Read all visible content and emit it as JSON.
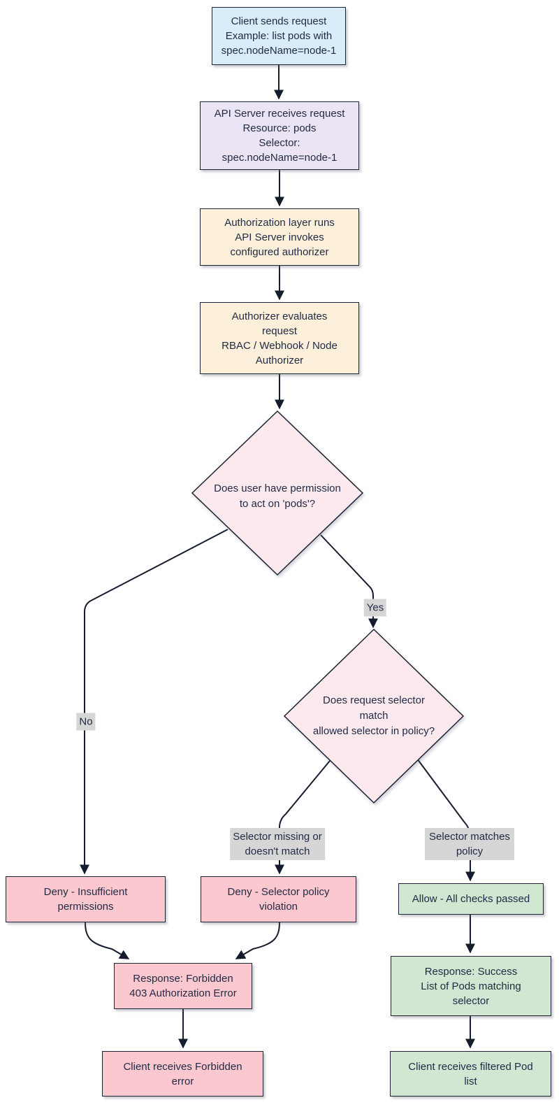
{
  "diagram": {
    "type": "flowchart",
    "direction": "top-down",
    "topic": "Kubernetes API server authorization flow",
    "nodes": {
      "client_request": {
        "kind": "client",
        "label": "Client sends request\nExample: list pods with\nspec.nodeName=node-1"
      },
      "api_server": {
        "kind": "server",
        "label": "API Server receives request\nResource: pods\nSelector:\nspec.nodeName=node-1"
      },
      "authz_layer": {
        "kind": "process",
        "label": "Authorization layer runs\nAPI Server invokes\nconfigured authorizer"
      },
      "authorizer_evaluates": {
        "kind": "process",
        "label": "Authorizer evaluates\nrequest\nRBAC / Webhook / Node\nAuthorizer"
      },
      "permission_decision": {
        "kind": "decision",
        "label": "Does user have permission\nto act on 'pods'?"
      },
      "selector_decision": {
        "kind": "decision",
        "label": "Does request selector\nmatch\nallowed selector in policy?"
      },
      "deny_insufficient": {
        "kind": "deny",
        "label": "Deny - Insufficient\npermissions"
      },
      "deny_selector": {
        "kind": "deny",
        "label": "Deny - Selector policy\nviolation"
      },
      "allow": {
        "kind": "allow",
        "label": "Allow - All checks passed"
      },
      "response_forbidden": {
        "kind": "deny",
        "label": "Response: Forbidden\n403 Authorization Error"
      },
      "response_success": {
        "kind": "allow",
        "label": "Response: Success\nList of Pods matching\nselector"
      },
      "client_forbidden": {
        "kind": "deny",
        "label": "Client receives Forbidden\nerror"
      },
      "client_filtered": {
        "kind": "allow",
        "label": "Client receives filtered Pod\nlist"
      }
    },
    "edge_labels": {
      "no": "No",
      "yes": "Yes",
      "selector_missing": "Selector missing or\ndoesn't match",
      "selector_matches": "Selector matches policy"
    },
    "edges": [
      {
        "from": "client_request",
        "to": "api_server"
      },
      {
        "from": "api_server",
        "to": "authz_layer"
      },
      {
        "from": "authz_layer",
        "to": "authorizer_evaluates"
      },
      {
        "from": "authorizer_evaluates",
        "to": "permission_decision"
      },
      {
        "from": "permission_decision",
        "to": "deny_insufficient",
        "label": "No"
      },
      {
        "from": "permission_decision",
        "to": "selector_decision",
        "label": "Yes"
      },
      {
        "from": "selector_decision",
        "to": "deny_selector",
        "label": "Selector missing or doesn't match"
      },
      {
        "from": "selector_decision",
        "to": "allow",
        "label": "Selector matches policy"
      },
      {
        "from": "deny_insufficient",
        "to": "response_forbidden"
      },
      {
        "from": "deny_selector",
        "to": "response_forbidden"
      },
      {
        "from": "allow",
        "to": "response_success"
      },
      {
        "from": "response_forbidden",
        "to": "client_forbidden"
      },
      {
        "from": "response_success",
        "to": "client_filtered"
      }
    ],
    "colors": {
      "client_fill": "#d9ecf9",
      "server_fill": "#ebe4f4",
      "process_fill": "#fdf0da",
      "decision_fill": "#fce9ee",
      "deny_fill": "#fcc8d0",
      "allow_fill": "#d1e7d2",
      "border": "#1b2335",
      "edge": "#141c2e",
      "edge_label_bg": "#d6d6d6",
      "text": "#222b45"
    }
  }
}
